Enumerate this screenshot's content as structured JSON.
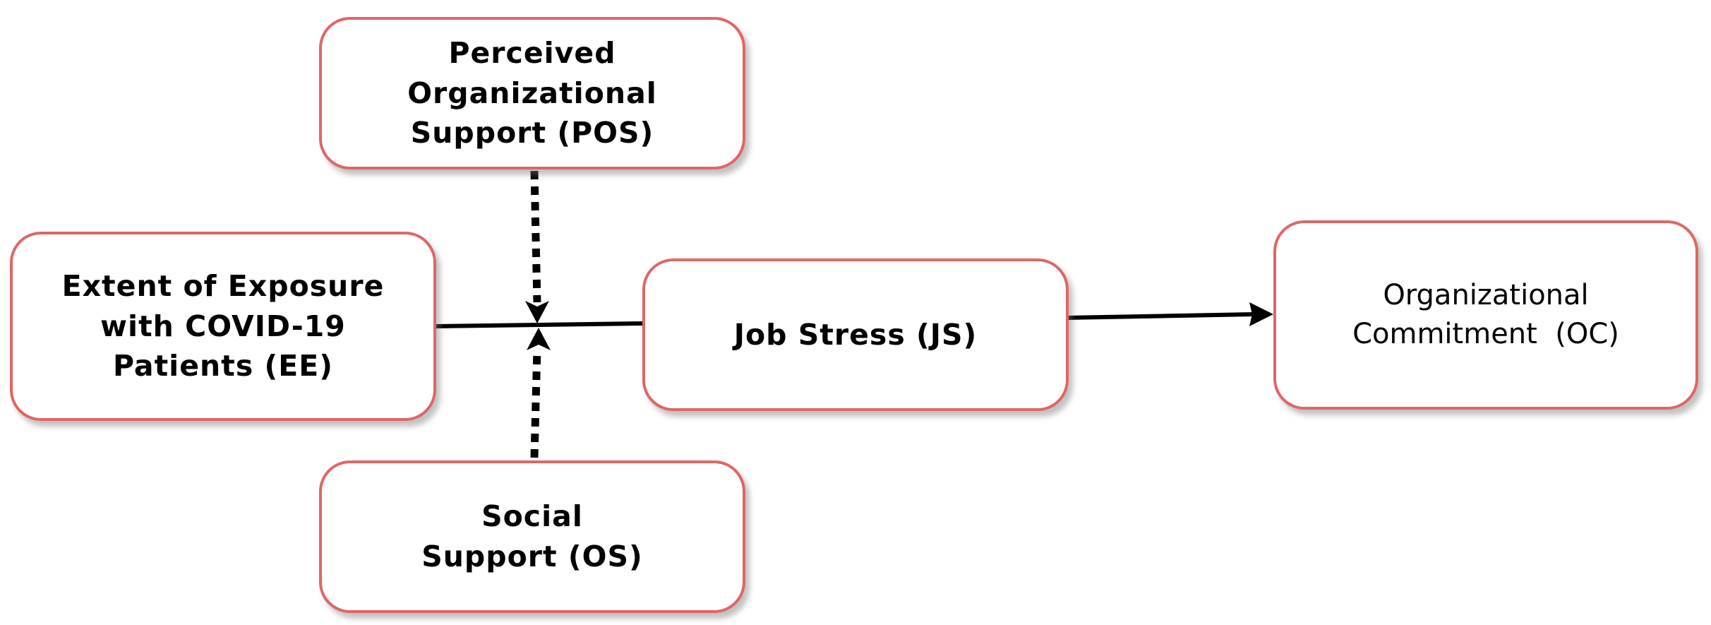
{
  "nodes": {
    "pos": {
      "lines": [
        "Perceived",
        "Organizational",
        "Support (POS)"
      ]
    },
    "ee": {
      "lines": [
        "Extent of Exposure",
        "with COVID-19",
        "Patients (EE)"
      ]
    },
    "js": {
      "lines": [
        "Job Stress (JS)"
      ]
    },
    "oc": {
      "lines": [
        "Organizational",
        "Commitment  (OC)"
      ]
    },
    "ss": {
      "lines": [
        "Social",
        "Support (OS)"
      ]
    }
  },
  "edges": [
    {
      "from": "ee",
      "to": "js",
      "style": "solid",
      "arrow": false
    },
    {
      "from": "js",
      "to": "oc",
      "style": "solid",
      "arrow": true
    },
    {
      "from": "pos",
      "to": "ee-js-link",
      "style": "dotted",
      "arrow": true
    },
    {
      "from": "ss",
      "to": "ee-js-link",
      "style": "dotted",
      "arrow": true
    }
  ],
  "colors": {
    "node_border": "#e06666",
    "edge": "#000000"
  }
}
